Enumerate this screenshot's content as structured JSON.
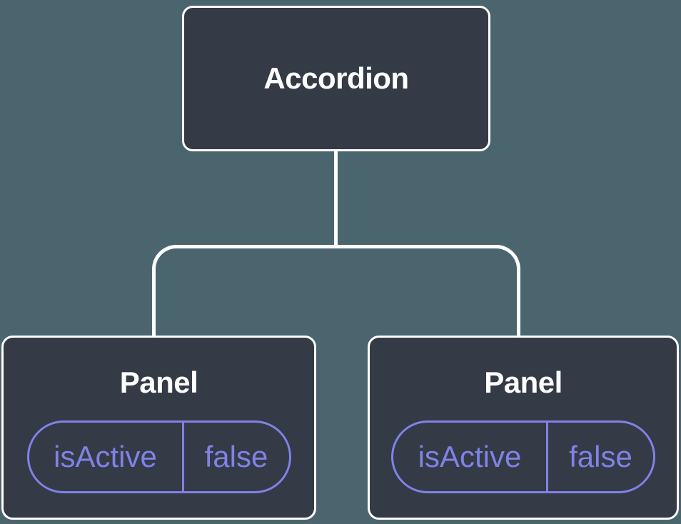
{
  "diagram": {
    "root": {
      "label": "Accordion"
    },
    "children": [
      {
        "label": "Panel",
        "state": {
          "key": "isActive",
          "value": "false"
        }
      },
      {
        "label": "Panel",
        "state": {
          "key": "isActive",
          "value": "false"
        }
      }
    ]
  },
  "colors": {
    "background": "#4B656F",
    "node_fill": "#343A46",
    "node_border": "#FFFFFF",
    "node_text": "#FFFFFF",
    "state_accent": "#7F83E6"
  }
}
